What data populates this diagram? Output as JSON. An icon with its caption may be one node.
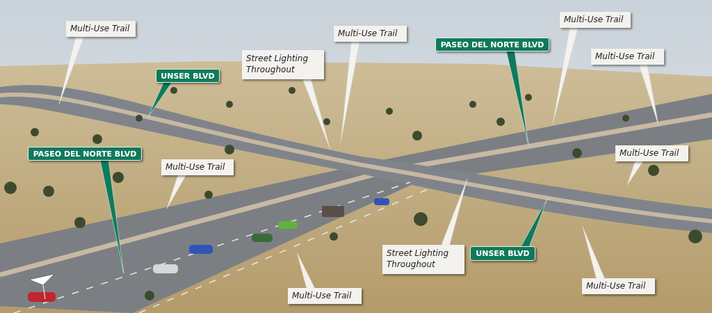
{
  "diagram": {
    "nodes": [
      {
        "text": [
          "Multi-Use Trail"
        ]
      },
      {
        "text": [
          "Multi-Use Trail"
        ]
      },
      {
        "text": [
          "Multi-Use Trail"
        ]
      },
      {
        "text": [
          "PASEO DEL NORTE BLVD"
        ]
      },
      {
        "text": [
          "Multi-Use Trail"
        ]
      },
      {
        "text": [
          "Street Lighting Throughout"
        ]
      },
      {
        "text": [
          "UNSER BLVD"
        ]
      },
      {
        "text": [
          "PASEO DEL NORTE BLVD"
        ]
      },
      {
        "text": [
          "Multi-Use Trail"
        ]
      },
      {
        "text": [
          "Multi-Use Trail"
        ]
      },
      {
        "text": [
          "Street Lighting Throughout"
        ]
      },
      {
        "text": [
          "UNSER BLVD"
        ]
      },
      {
        "text": [
          "Multi-Use Trail"
        ]
      },
      {
        "text": [
          "Multi-Use Trail"
        ]
      }
    ],
    "edges": [
      {
        "from": 0,
        "to": null,
        "arrow": "to"
      },
      {
        "from": 1,
        "to": null,
        "arrow": "to"
      },
      {
        "from": 2,
        "to": null,
        "arrow": "to"
      },
      {
        "from": 3,
        "to": null,
        "arrow": "to"
      },
      {
        "from": 4,
        "to": null,
        "arrow": "to"
      },
      {
        "from": 5,
        "to": null,
        "arrow": "to"
      },
      {
        "from": 6,
        "to": null,
        "arrow": "to"
      },
      {
        "from": 7,
        "to": null,
        "arrow": "to"
      },
      {
        "from": 8,
        "to": null,
        "arrow": "to"
      },
      {
        "from": 9,
        "to": null,
        "arrow": "to"
      },
      {
        "from": 10,
        "to": null,
        "arrow": "to"
      },
      {
        "from": 11,
        "to": null,
        "arrow": "to"
      },
      {
        "from": 12,
        "to": null,
        "arrow": "to"
      },
      {
        "from": 13,
        "to": null,
        "arrow": "to"
      }
    ]
  }
}
